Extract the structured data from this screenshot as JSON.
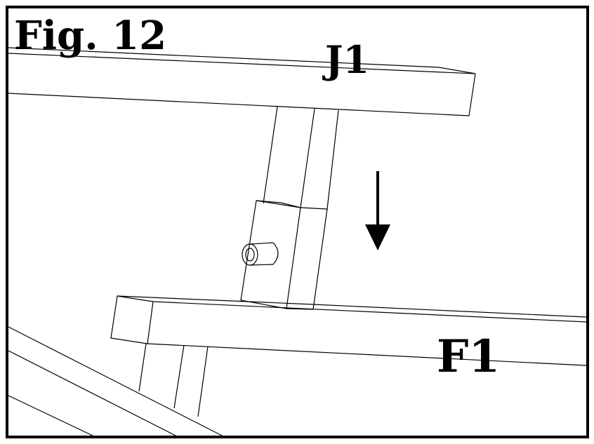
{
  "figure": {
    "title": "Fig. 12",
    "part_labels": {
      "upper_beam": "J1",
      "lower_beam": "F1"
    },
    "arrow_direction": "down",
    "colors": {
      "line": "#000000",
      "background": "#ffffff"
    }
  }
}
